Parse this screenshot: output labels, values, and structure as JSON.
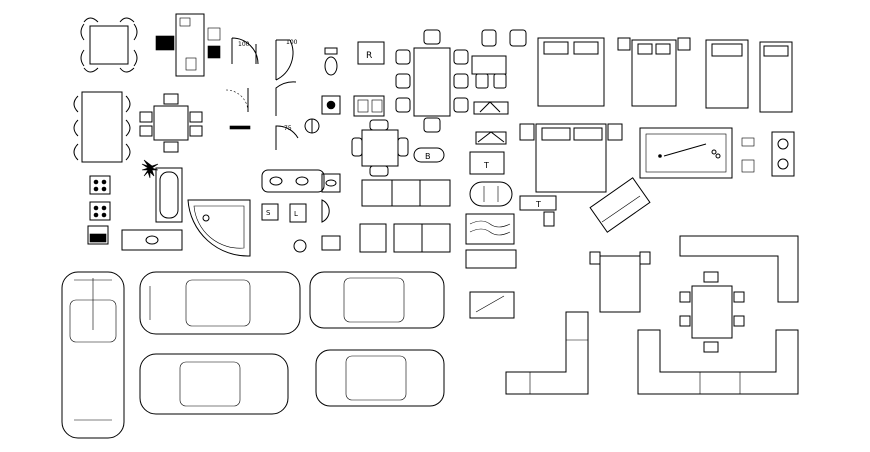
{
  "labels": {
    "door_dim_a": "100",
    "door_dim_b": "100",
    "door_dim_c": "75",
    "fridge": "R",
    "bathtub": "B",
    "table_t1": "T",
    "table_t2": "T",
    "stall_s": "S",
    "stall_l": "L"
  },
  "colors": {
    "line": "#000000",
    "background": "#ffffff"
  }
}
